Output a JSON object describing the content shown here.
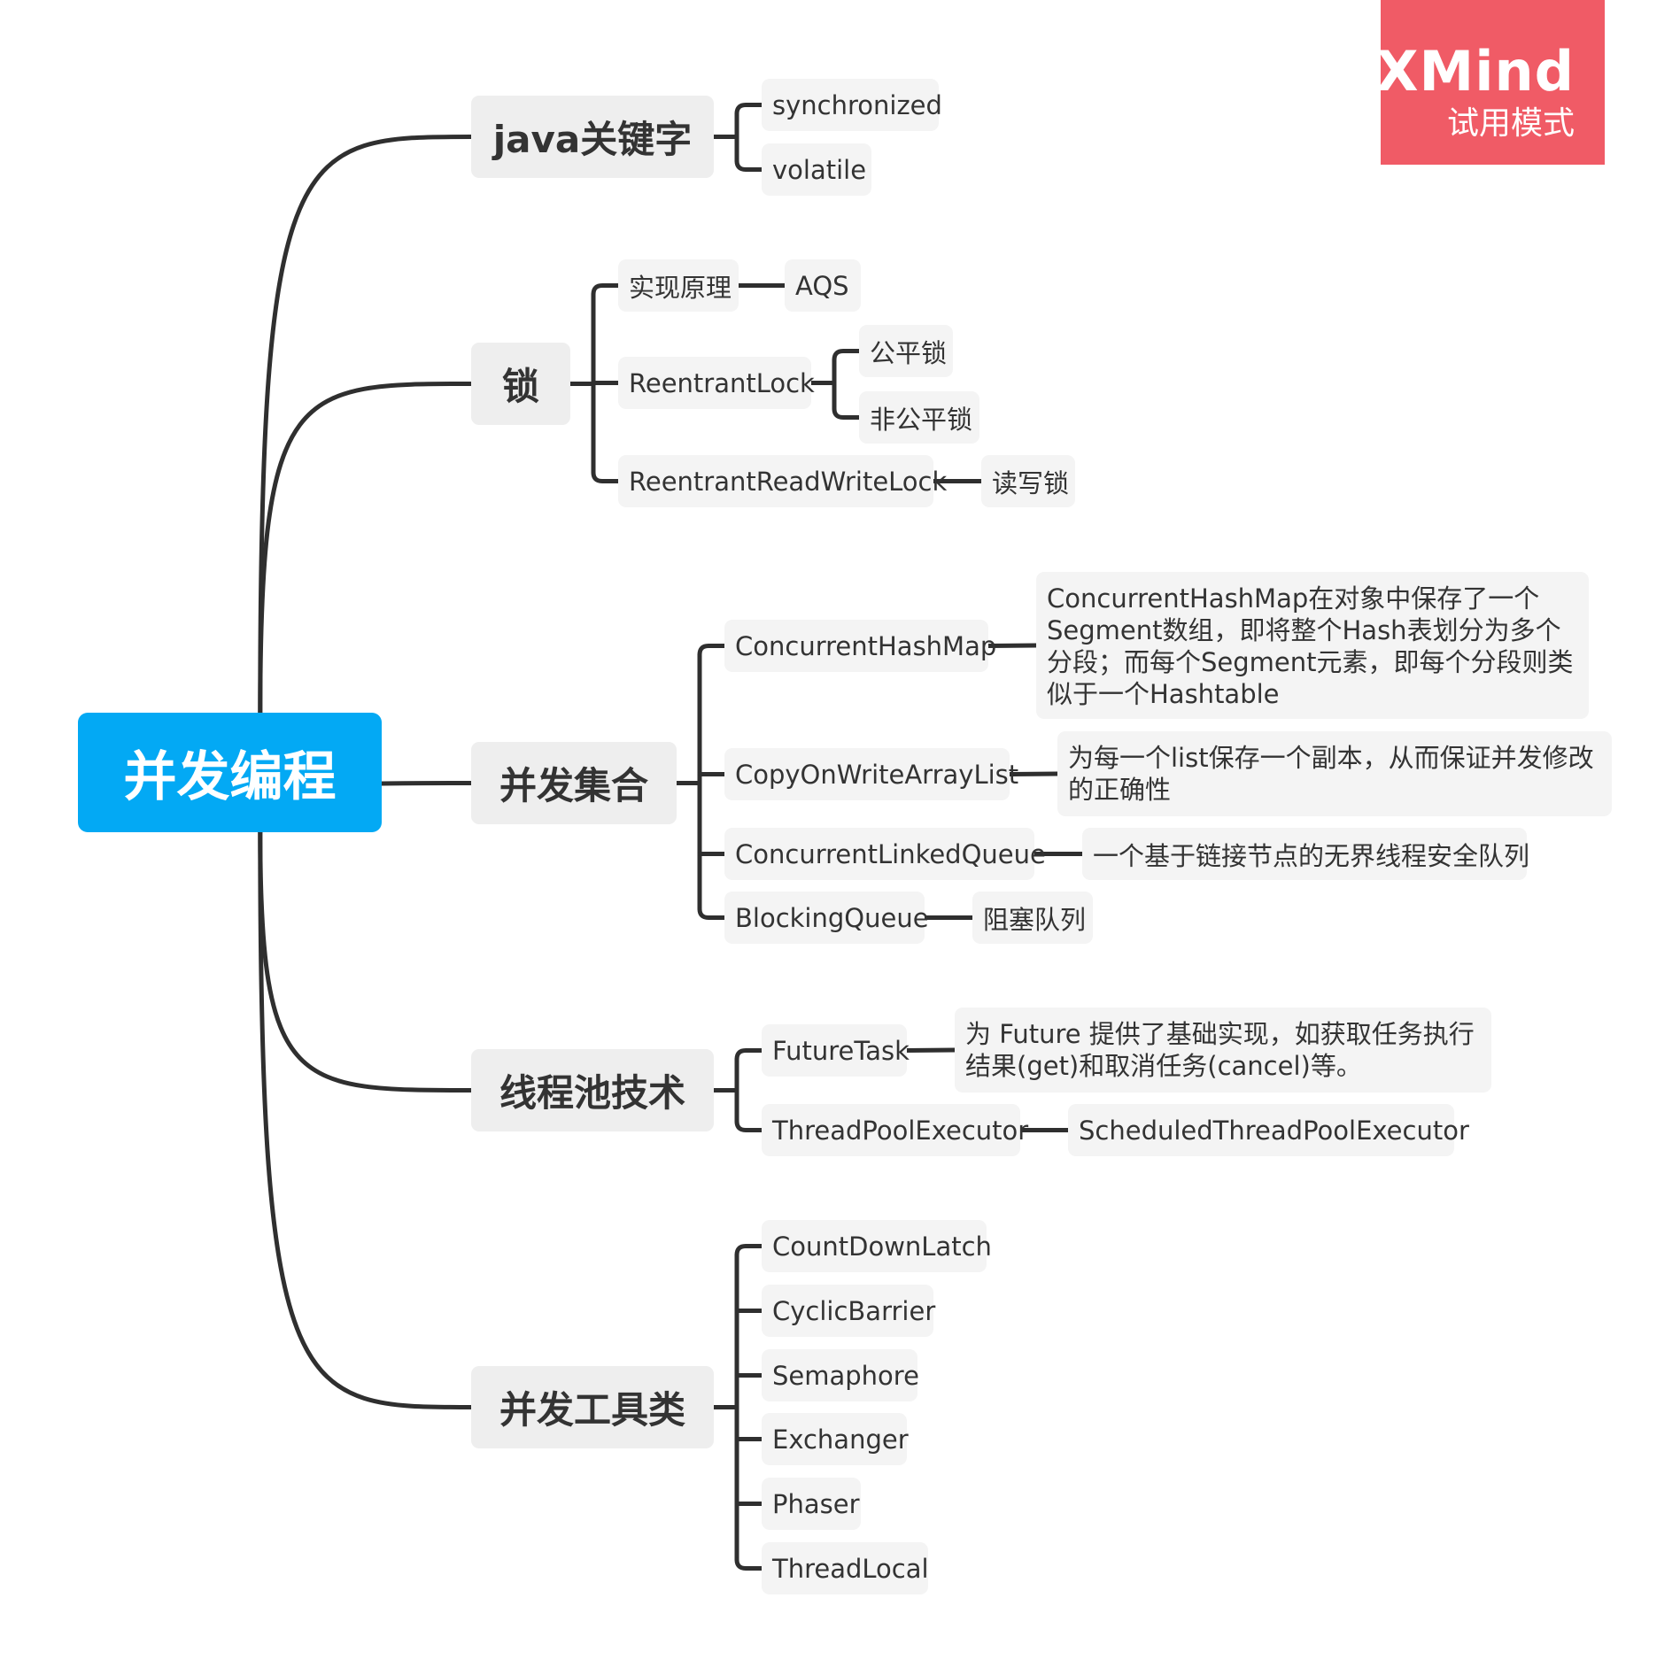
{
  "root": {
    "label": "并发编程"
  },
  "watermark": {
    "title": "XMind",
    "subtitle": "试用模式"
  },
  "branches": [
    {
      "label": "java关键字",
      "children": [
        {
          "label": "synchronized"
        },
        {
          "label": "volatile"
        }
      ]
    },
    {
      "label": "锁",
      "children": [
        {
          "label": "实现原理",
          "children": [
            {
              "label": "AQS"
            }
          ]
        },
        {
          "label": "ReentrantLock",
          "children": [
            {
              "label": "公平锁"
            },
            {
              "label": "非公平锁"
            }
          ]
        },
        {
          "label": "ReentrantReadWriteLock",
          "children": [
            {
              "label": "读写锁"
            }
          ]
        }
      ]
    },
    {
      "label": "并发集合",
      "children": [
        {
          "label": "ConcurrentHashMap",
          "children": [
            {
              "label": "ConcurrentHashMap在对象中保存了一个Segment数组，即将整个Hash表划分为多个分段；而每个Segment元素，即每个分段则类似于一个Hashtable"
            }
          ]
        },
        {
          "label": "CopyOnWriteArrayList",
          "children": [
            {
              "label": "为每一个list保存一个副本，从而保证并发修改的正确性"
            }
          ]
        },
        {
          "label": "ConcurrentLinkedQueue",
          "children": [
            {
              "label": "一个基于链接节点的无界线程安全队列"
            }
          ]
        },
        {
          "label": "BlockingQueue",
          "children": [
            {
              "label": "阻塞队列"
            }
          ]
        }
      ]
    },
    {
      "label": "线程池技术",
      "children": [
        {
          "label": "FutureTask",
          "children": [
            {
              "label": "为 Future 提供了基础实现，如获取任务执行结果(get)和取消任务(cancel)等。"
            }
          ]
        },
        {
          "label": "ThreadPoolExecutor",
          "children": [
            {
              "label": "ScheduledThreadPoolExecutor"
            }
          ]
        }
      ]
    },
    {
      "label": "并发工具类",
      "children": [
        {
          "label": "CountDownLatch"
        },
        {
          "label": "CyclicBarrier"
        },
        {
          "label": "Semaphore"
        },
        {
          "label": "Exchanger"
        },
        {
          "label": "Phaser"
        },
        {
          "label": "ThreadLocal"
        }
      ]
    }
  ]
}
